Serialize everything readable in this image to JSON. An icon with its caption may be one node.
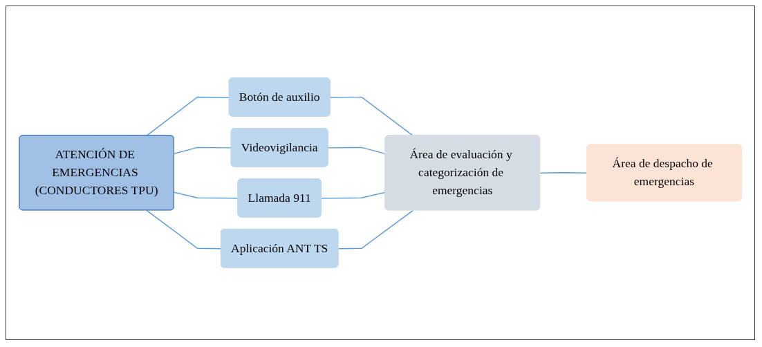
{
  "diagram": {
    "nodes": [
      {
        "text": [
          "ATENCIÓN DE EMERGENCIAS (CONDUCTORES TPU)"
        ]
      },
      {
        "text": [
          "Botón de auxilio"
        ]
      },
      {
        "text": [
          "Videovigilancia"
        ]
      },
      {
        "text": [
          "Llamada 911"
        ]
      },
      {
        "text": [
          "Aplicación ANT TS"
        ]
      },
      {
        "text": [
          "Área de evaluación y categorización de emergencias"
        ]
      },
      {
        "text": [
          "Área de despacho de emergencias"
        ]
      }
    ],
    "edges": [
      {
        "from": 0,
        "to": 1,
        "arrow": "none"
      },
      {
        "from": 0,
        "to": 2,
        "arrow": "none"
      },
      {
        "from": 0,
        "to": 3,
        "arrow": "none"
      },
      {
        "from": 0,
        "to": 4,
        "arrow": "none"
      },
      {
        "from": 1,
        "to": 5,
        "arrow": "none"
      },
      {
        "from": 2,
        "to": 5,
        "arrow": "none"
      },
      {
        "from": 3,
        "to": 5,
        "arrow": "none"
      },
      {
        "from": 4,
        "to": 5,
        "arrow": "none"
      },
      {
        "from": 5,
        "to": 6,
        "arrow": "none"
      }
    ]
  }
}
